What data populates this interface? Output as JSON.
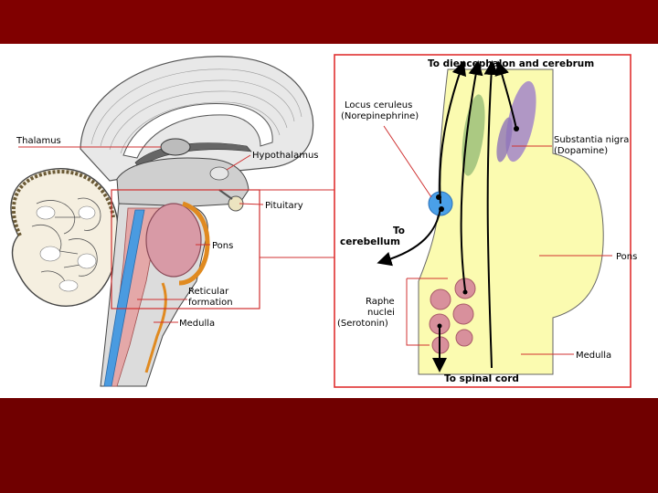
{
  "slide": {
    "colors": {
      "top_band": "#800000",
      "bottom_band": "#700000",
      "content_bg": "#ffffff"
    }
  },
  "sagittal": {
    "labels": {
      "thalamus": "Thalamus",
      "hypothalamus": "Hypothalamus",
      "pituitary": "Pituitary",
      "pons": "Pons",
      "reticular_line1": "Reticular",
      "reticular_line2": "formation",
      "medulla": "Medulla"
    }
  },
  "inset": {
    "labels": {
      "to_diencephalon": "To diencephalon and cerebrum",
      "locus_line1": "Locus ceruleus",
      "locus_line2": "(Norepinephrine)",
      "substantia_line1": "Substantia nigra",
      "substantia_line2": "(Dopamine)",
      "to_cerebellum_line1": "To",
      "to_cerebellum_line2": "cerebellum",
      "pons": "Pons",
      "raphe_line1": "Raphe",
      "raphe_line2": "nuclei",
      "raphe_line3": "(Serotonin)",
      "medulla": "Medulla",
      "to_spinal_cord": "To spinal cord"
    },
    "colors": {
      "brainstem_fill": "#fbfbb0",
      "locus_blue": "#4aa0e8",
      "substantia_purple": "#a78cc8",
      "green_tract": "#9cc07a",
      "raphe_pink": "#d8909c",
      "border_red": "#e03030"
    }
  }
}
